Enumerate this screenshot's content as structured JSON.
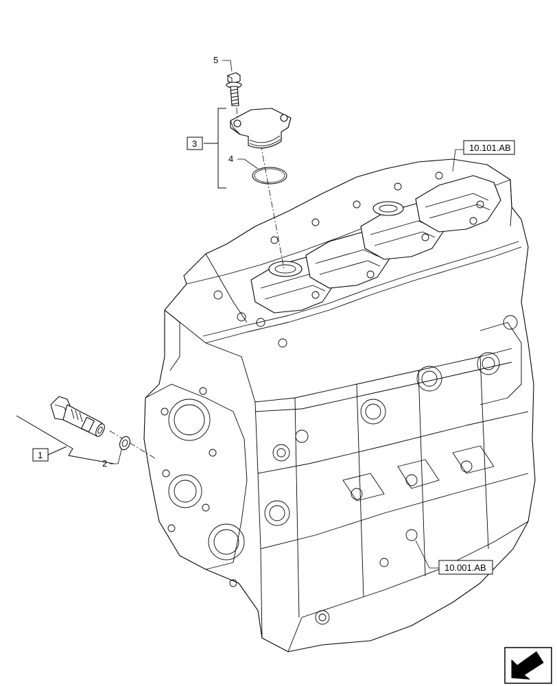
{
  "callouts": {
    "bolt": "5",
    "cover_assembly": "3",
    "o_ring": "4",
    "fitting_assembly": "1",
    "washer": "2"
  },
  "references": {
    "cylinder_head": "10.101.AB",
    "cylinder_block": "10.001.AB"
  },
  "nav_icon": "next-page-arrow-icon"
}
